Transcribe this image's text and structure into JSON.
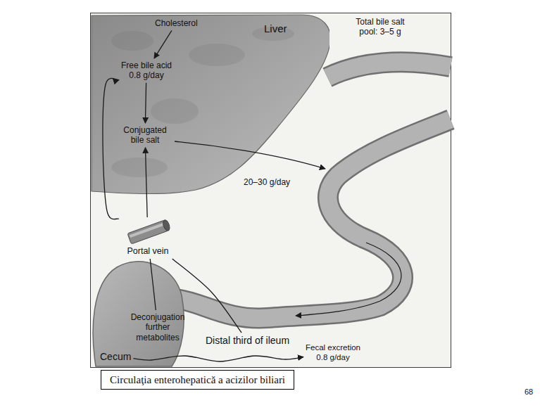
{
  "diagram": {
    "caption": "Circulaţia enterohepatică a acizilor biliari",
    "nodes": [
      {
        "text": [
          "Liver"
        ]
      },
      {
        "text": [
          "Cholesterol"
        ],
        "in": 0
      },
      {
        "text": [
          "Free bile acid",
          "0.8 g/day"
        ],
        "in": 0
      },
      {
        "text": [
          "Conjugated bile salt"
        ],
        "in": 0
      },
      {
        "text": [
          "Portal vein"
        ]
      },
      {
        "text": [
          "Deconjugation further metabolites"
        ]
      },
      {
        "text": [
          "Distal third of ileum"
        ]
      },
      {
        "text": [
          "Cecum"
        ]
      },
      {
        "text": [
          "Fecal excretion",
          "0.8 g/day"
        ]
      }
    ],
    "edges": [
      {
        "from": 1,
        "to": 2,
        "arrow": "to"
      },
      {
        "from": 2,
        "to": 3,
        "arrow": "to"
      },
      {
        "from": 6,
        "to": 4,
        "arrow": "none"
      },
      {
        "from": 5,
        "to": 4,
        "arrow": "none"
      },
      {
        "from": 4,
        "to": 3,
        "arrow": "to"
      },
      {
        "from": 4,
        "to": 2,
        "arrow": "to"
      },
      {
        "from": 7,
        "to": 8,
        "arrow": "to"
      }
    ],
    "labels": [
      "Total bile salt pool: 3–5 g",
      "20–30 g/day",
      "68"
    ]
  }
}
